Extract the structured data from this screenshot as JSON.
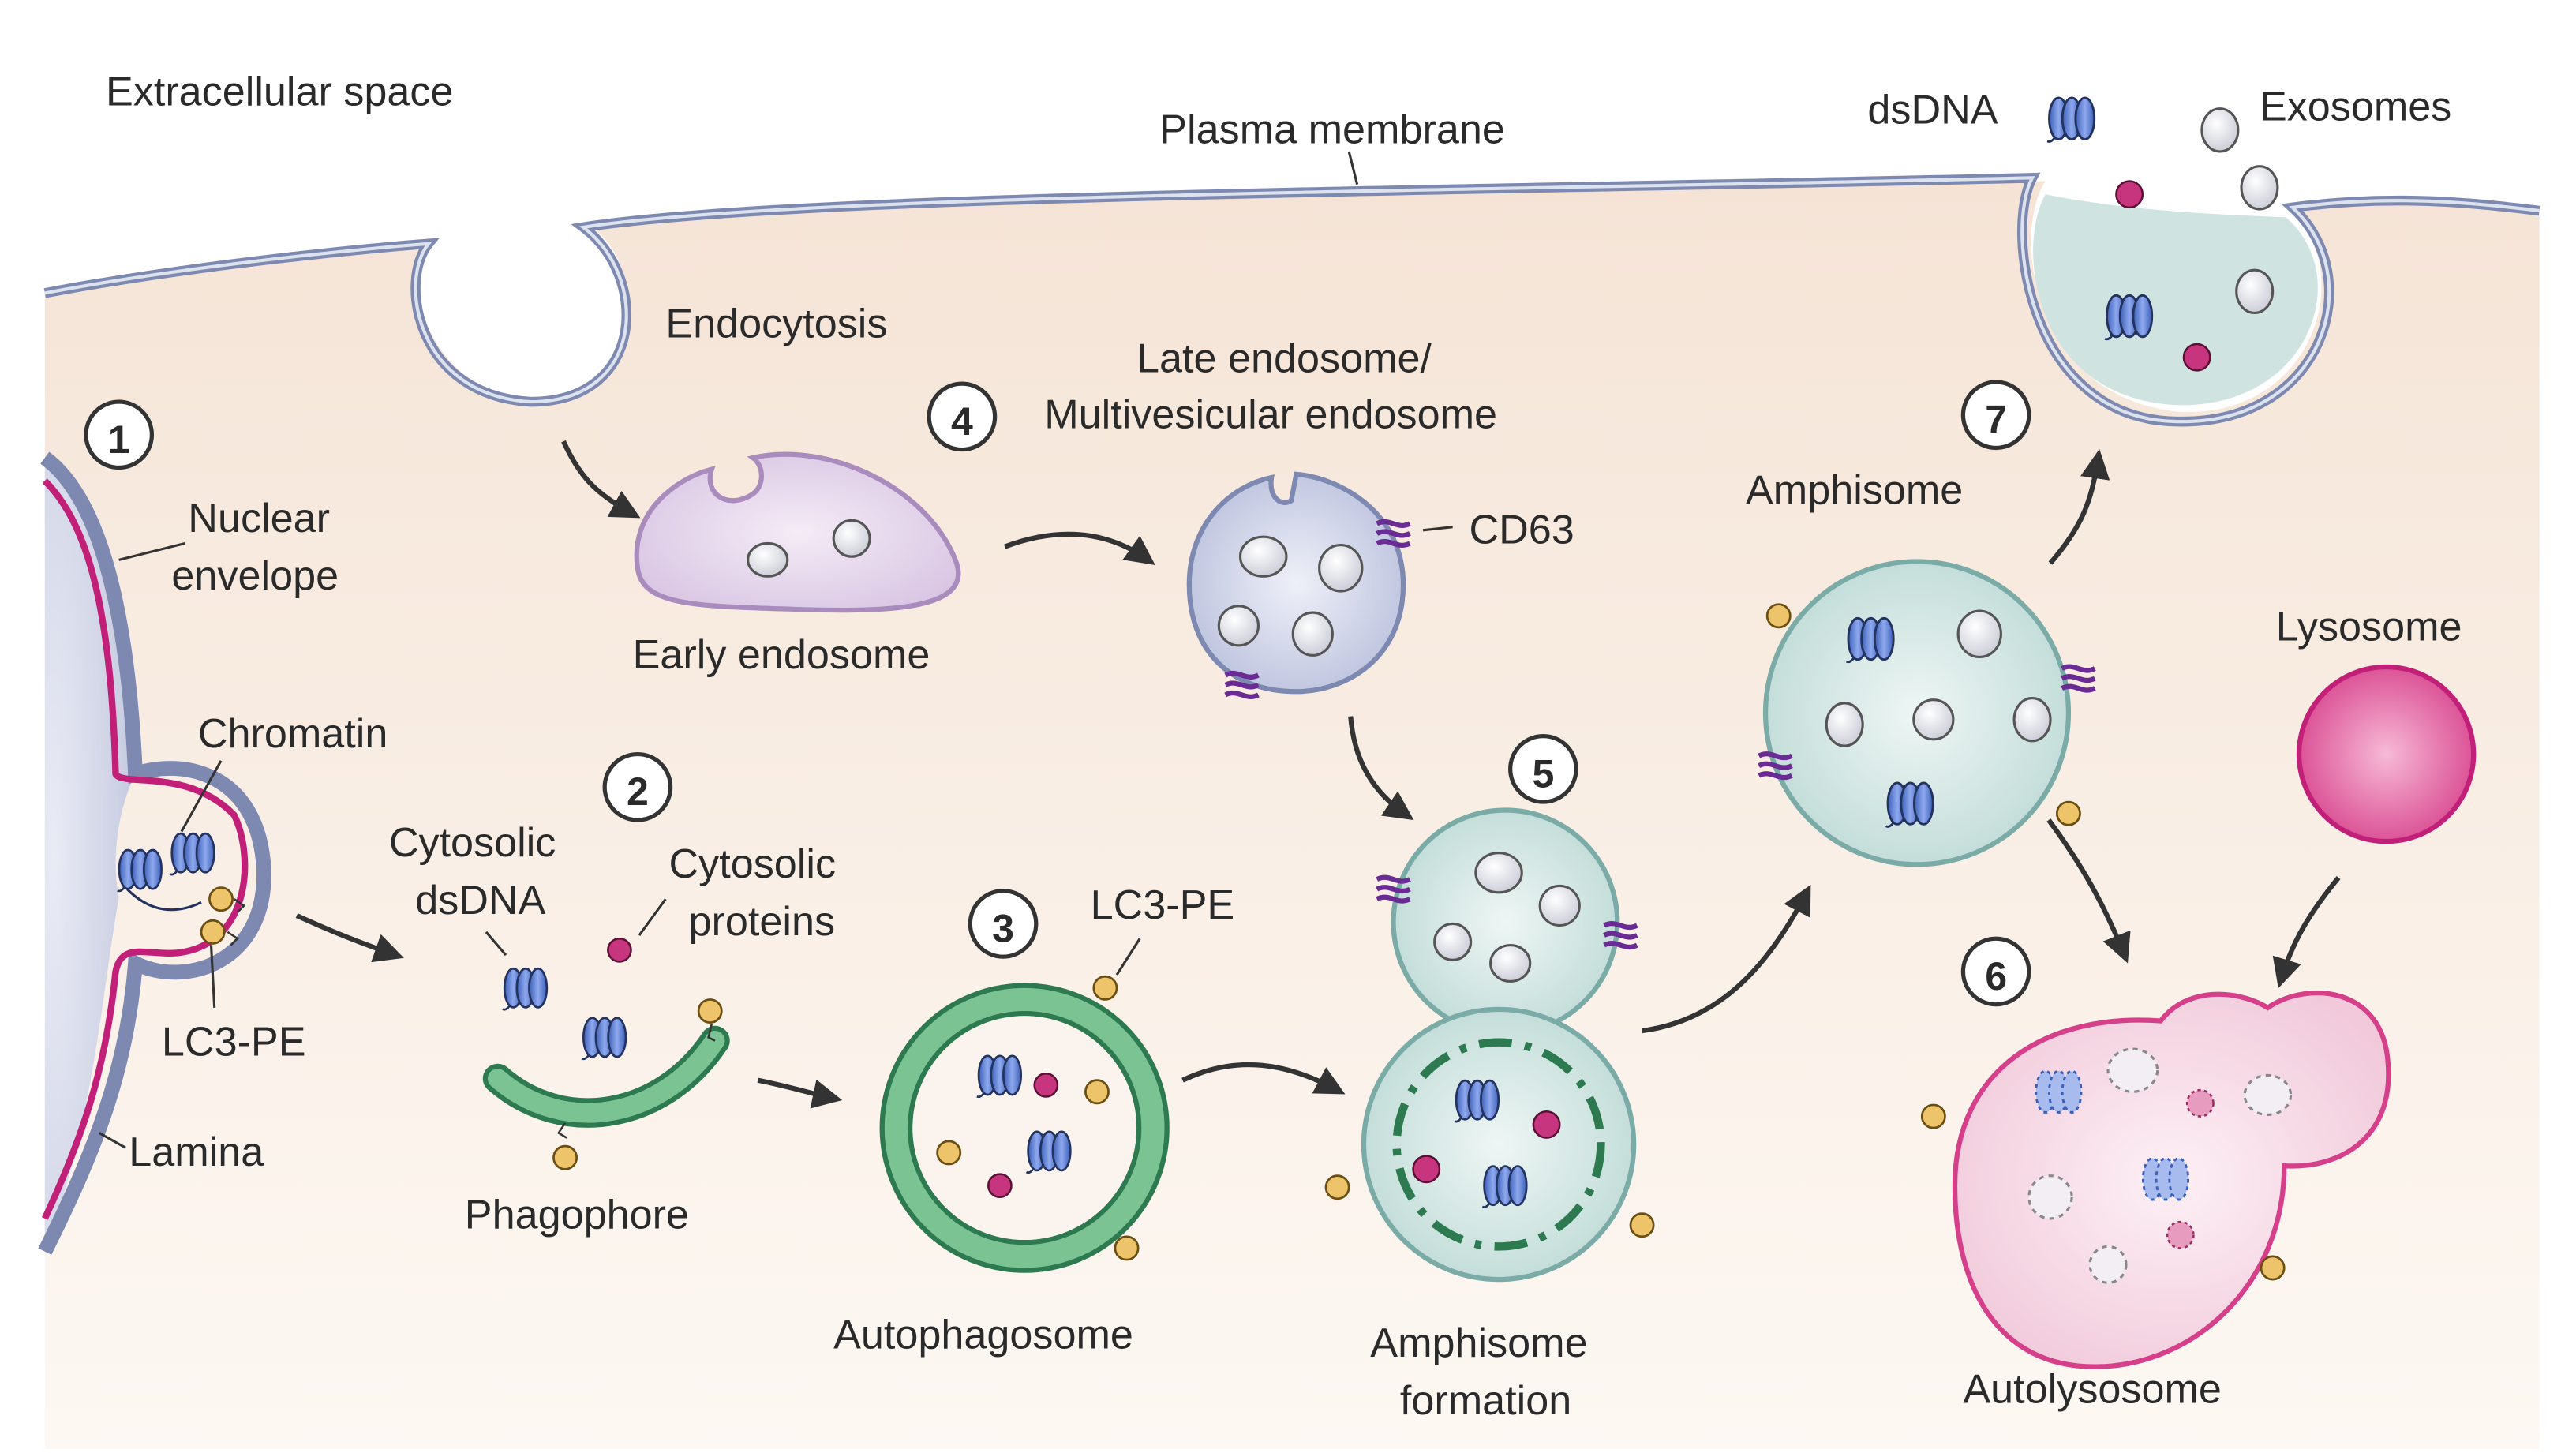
{
  "labels": {
    "extracellular_space": "Extracellular space",
    "plasma_membrane": "Plasma membrane",
    "dsdna_top": "dsDNA",
    "exosomes": "Exosomes",
    "endocytosis": "Endocytosis",
    "late_endosome_line1": "Late endosome/",
    "late_endosome_line2": "Multivesicular endosome",
    "early_endosome": "Early endosome",
    "cd63": "CD63",
    "nuclear_envelope_line1": "Nuclear",
    "nuclear_envelope_line2": "envelope",
    "chromatin": "Chromatin",
    "lc3pe_left": "LC3-PE",
    "lamina": "Lamina",
    "cytosolic_dsdna_line1": "Cytosolic",
    "cytosolic_dsdna_line2": "dsDNA",
    "cytosolic_proteins_line1": "Cytosolic",
    "cytosolic_proteins_line2": "proteins",
    "phagophore": "Phagophore",
    "lc3pe_mid": "LC3-PE",
    "autophagosome": "Autophagosome",
    "amphisome_formation_line1": "Amphisome",
    "amphisome_formation_line2": "formation",
    "amphisome": "Amphisome",
    "lysosome": "Lysosome",
    "autolysosome": "Autolysosome"
  },
  "steps": [
    "1",
    "2",
    "3",
    "4",
    "5",
    "6",
    "7"
  ],
  "colors": {
    "cytoplasm": "#fbf1e8",
    "membrane": "#7d89b0",
    "lamina": "#c21f79",
    "dna": "#5f80d6",
    "protein": "#c8357f",
    "lc3": "#e8b85c",
    "cd63": "#7a3aa0",
    "autophagosome": "#3e9d67",
    "amphisome": "#bfdcd8",
    "lysosome": "#e05a9e",
    "early_endosome": "#e2d3e9",
    "late_endosome": "#c9cde3"
  }
}
